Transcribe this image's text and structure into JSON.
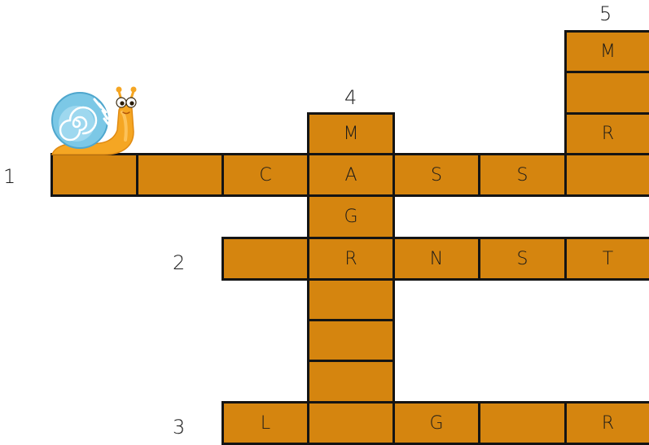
{
  "puzzle": {
    "cell_color": "#d5850f",
    "border_color": "#141414",
    "clue_numbers": [
      "1",
      "2",
      "3",
      "4",
      "5"
    ],
    "words": [
      {
        "number": "1",
        "direction": "across",
        "letters": [
          "",
          "",
          "C",
          "A",
          "S",
          "S",
          ""
        ]
      },
      {
        "number": "2",
        "direction": "across",
        "letters": [
          "",
          "R",
          "N",
          "S",
          "T"
        ]
      },
      {
        "number": "3",
        "direction": "across",
        "letters": [
          "L",
          "",
          "G",
          "",
          "R"
        ]
      },
      {
        "number": "4",
        "direction": "down",
        "letters": [
          "M",
          "A",
          "G",
          "R",
          "",
          "",
          "",
          ""
        ]
      },
      {
        "number": "5",
        "direction": "down",
        "letters": [
          "M",
          "",
          "R",
          ""
        ]
      }
    ]
  },
  "decoration": {
    "mascot_icon": "snail-icon",
    "shell_color": "#7cc8e6",
    "body_color": "#f5a623"
  }
}
